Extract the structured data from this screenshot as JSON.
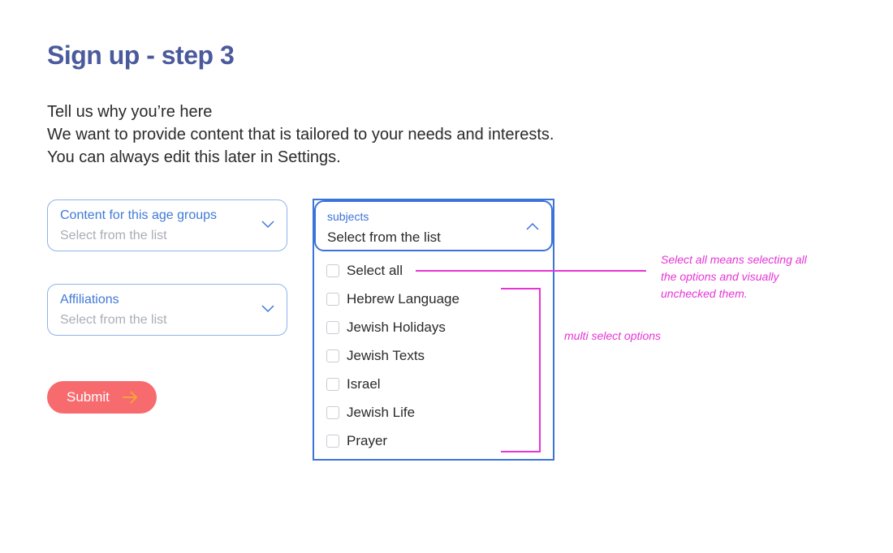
{
  "header": {
    "title": "Sign up - step 3"
  },
  "intro": {
    "line1": "Tell us why you’re here",
    "line2": "We want to provide content that is tailored to your needs and interests.",
    "line3": "You can always edit this later in Settings."
  },
  "age_select": {
    "label": "Content for this age groups",
    "placeholder": "Select from the list",
    "icon": "chevron-down-icon"
  },
  "affiliations_select": {
    "label": "Affiliations",
    "placeholder": "Select from the list",
    "icon": "chevron-down-icon"
  },
  "submit": {
    "label": "Submit",
    "icon": "arrow-right-icon"
  },
  "subjects": {
    "label": "subjects",
    "placeholder": "Select from the list",
    "icon": "chevron-up-icon",
    "select_all": "Select all",
    "options": [
      "Hebrew Language",
      "Jewish Holidays",
      "Jewish Texts",
      "Israel",
      "Jewish Life",
      "Prayer"
    ]
  },
  "annotations": {
    "select_all_note": [
      "Select all means selecting all",
      "the options and visually",
      "unchecked them."
    ],
    "multi_note": "multi select options"
  },
  "colors": {
    "title": "#4a5a9c",
    "accent": "#3b73d8",
    "submit": "#f76b6e",
    "annotation": "#e634d6"
  }
}
